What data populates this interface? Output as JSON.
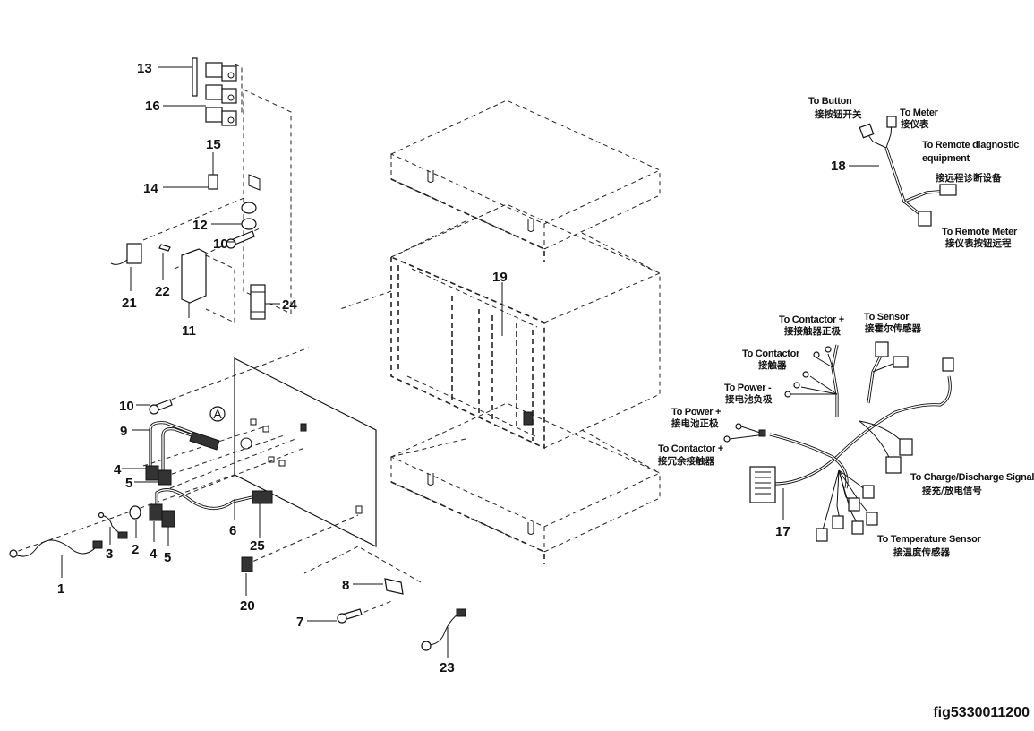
{
  "figure_id": "fig5330011200",
  "callout_symbol": "A",
  "parts": [
    {
      "num": "1"
    },
    {
      "num": "2"
    },
    {
      "num": "3"
    },
    {
      "num": "4"
    },
    {
      "num": "5"
    },
    {
      "num": "6"
    },
    {
      "num": "7"
    },
    {
      "num": "8"
    },
    {
      "num": "9"
    },
    {
      "num": "10"
    },
    {
      "num": "11"
    },
    {
      "num": "12"
    },
    {
      "num": "13"
    },
    {
      "num": "14"
    },
    {
      "num": "15"
    },
    {
      "num": "16"
    },
    {
      "num": "17"
    },
    {
      "num": "18"
    },
    {
      "num": "19"
    },
    {
      "num": "20"
    },
    {
      "num": "21"
    },
    {
      "num": "22"
    },
    {
      "num": "23"
    },
    {
      "num": "24"
    },
    {
      "num": "25"
    }
  ],
  "harness_18": {
    "part": "18",
    "labels": {
      "to_button": {
        "en": "To Button",
        "zh": "接按钮开关"
      },
      "to_meter": {
        "en": "To Meter",
        "zh": "接仪表"
      },
      "to_remote_diag": {
        "en1": "To Remote diagnostic",
        "en2": "equipment",
        "zh": "接远程诊断设备"
      },
      "to_remote_meter": {
        "en": "To Remote Meter",
        "zh": "接仪表按钮远程"
      }
    }
  },
  "harness_17": {
    "part": "17",
    "labels": {
      "contactor_plus_top": {
        "en": "To Contactor +",
        "zh": "接接触器正极"
      },
      "sensor": {
        "en": "To Sensor",
        "zh": "接霍尔传感器"
      },
      "contactor": {
        "en": "To Contactor",
        "zh": "接触器"
      },
      "power_minus": {
        "en": "To Power -",
        "zh": "接电池负极"
      },
      "power_plus": {
        "en": "To Power +",
        "zh": "接电池正极"
      },
      "contactor_plus_redundant": {
        "en": "To Contactor +",
        "zh": "接冗余接触器"
      },
      "charge_discharge": {
        "en": "To Charge/Discharge Signal",
        "zh": "接充/放电信号"
      },
      "temperature": {
        "en": "To Temperature Sensor",
        "zh": "接温度传感器"
      }
    }
  }
}
